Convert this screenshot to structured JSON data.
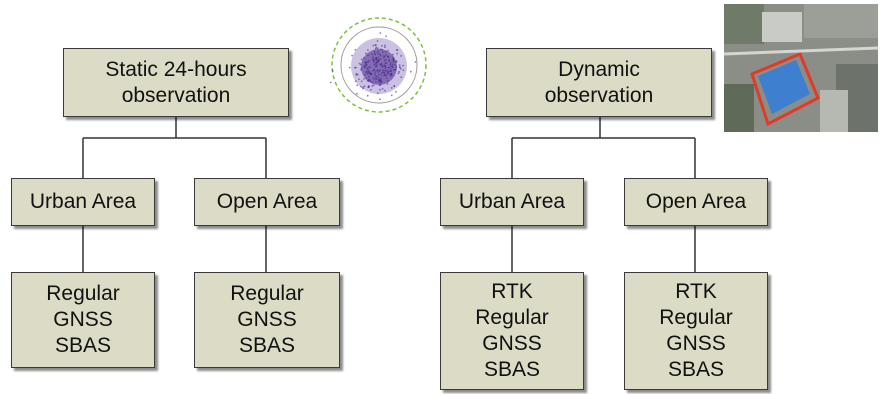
{
  "diagram": {
    "static": {
      "title": [
        "Static 24-hours",
        "observation"
      ],
      "urban": {
        "label": "Urban Area",
        "methods": [
          "Regular",
          "GNSS",
          "SBAS"
        ]
      },
      "open": {
        "label": "Open Area",
        "methods": [
          "Regular",
          "GNSS",
          "SBAS"
        ]
      }
    },
    "dynamic": {
      "title": [
        "Dynamic",
        "observation"
      ],
      "urban": {
        "label": "Urban Area",
        "methods": [
          "RTK",
          "Regular",
          "GNSS",
          "SBAS"
        ]
      },
      "open": {
        "label": "Open Area",
        "methods": [
          "RTK",
          "Regular",
          "GNSS",
          "SBAS"
        ]
      }
    }
  },
  "colors": {
    "box_fill": "#dcdcc6",
    "box_border": "#3a3a3a",
    "connector": "#333333",
    "scatter_points": "#4b2a8c",
    "scatter_ring": "#7fbf3f",
    "photo_outline": "#e03a2a",
    "photo_roof": "#3f7fd0"
  }
}
